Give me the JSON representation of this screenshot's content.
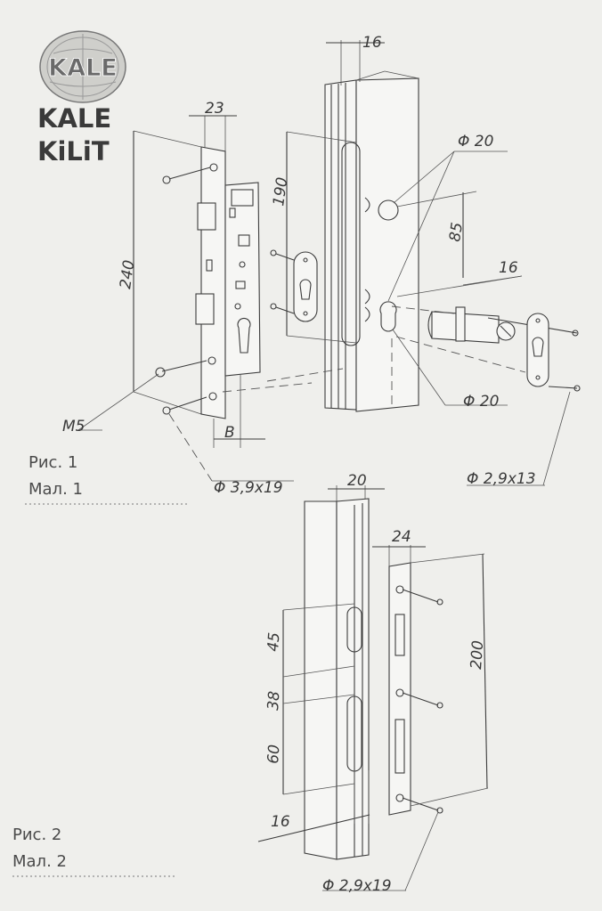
{
  "logo": {
    "emblem_text": "KALE",
    "brand_line1": "KALE",
    "brand_line2": "KiLiT"
  },
  "figure1": {
    "caption_ru": "Рис. 1",
    "caption_uk": "Мал. 1",
    "dimensions": {
      "profile_width": "16",
      "faceplate_width": "23",
      "height_240": "240",
      "height_190": "190",
      "hole_diameter_top": "Φ 20",
      "spacing_85": "85",
      "cylinder_16": "16",
      "hole_diameter_bottom": "Φ 20",
      "screw_m5": "M5",
      "backset": "B",
      "screw_39x19": "Φ 3,9x19",
      "screw_29x13": "Φ 2,9x13"
    }
  },
  "figure2": {
    "caption_ru": "Рис. 2",
    "caption_uk": "Мал. 2",
    "dimensions": {
      "profile_width": "20",
      "strike_width": "24",
      "strike_height": "200",
      "slot_45": "45",
      "slot_38": "38",
      "slot_60": "60",
      "offset_16": "16",
      "screw_29x19": "Φ 2,9x19"
    }
  }
}
